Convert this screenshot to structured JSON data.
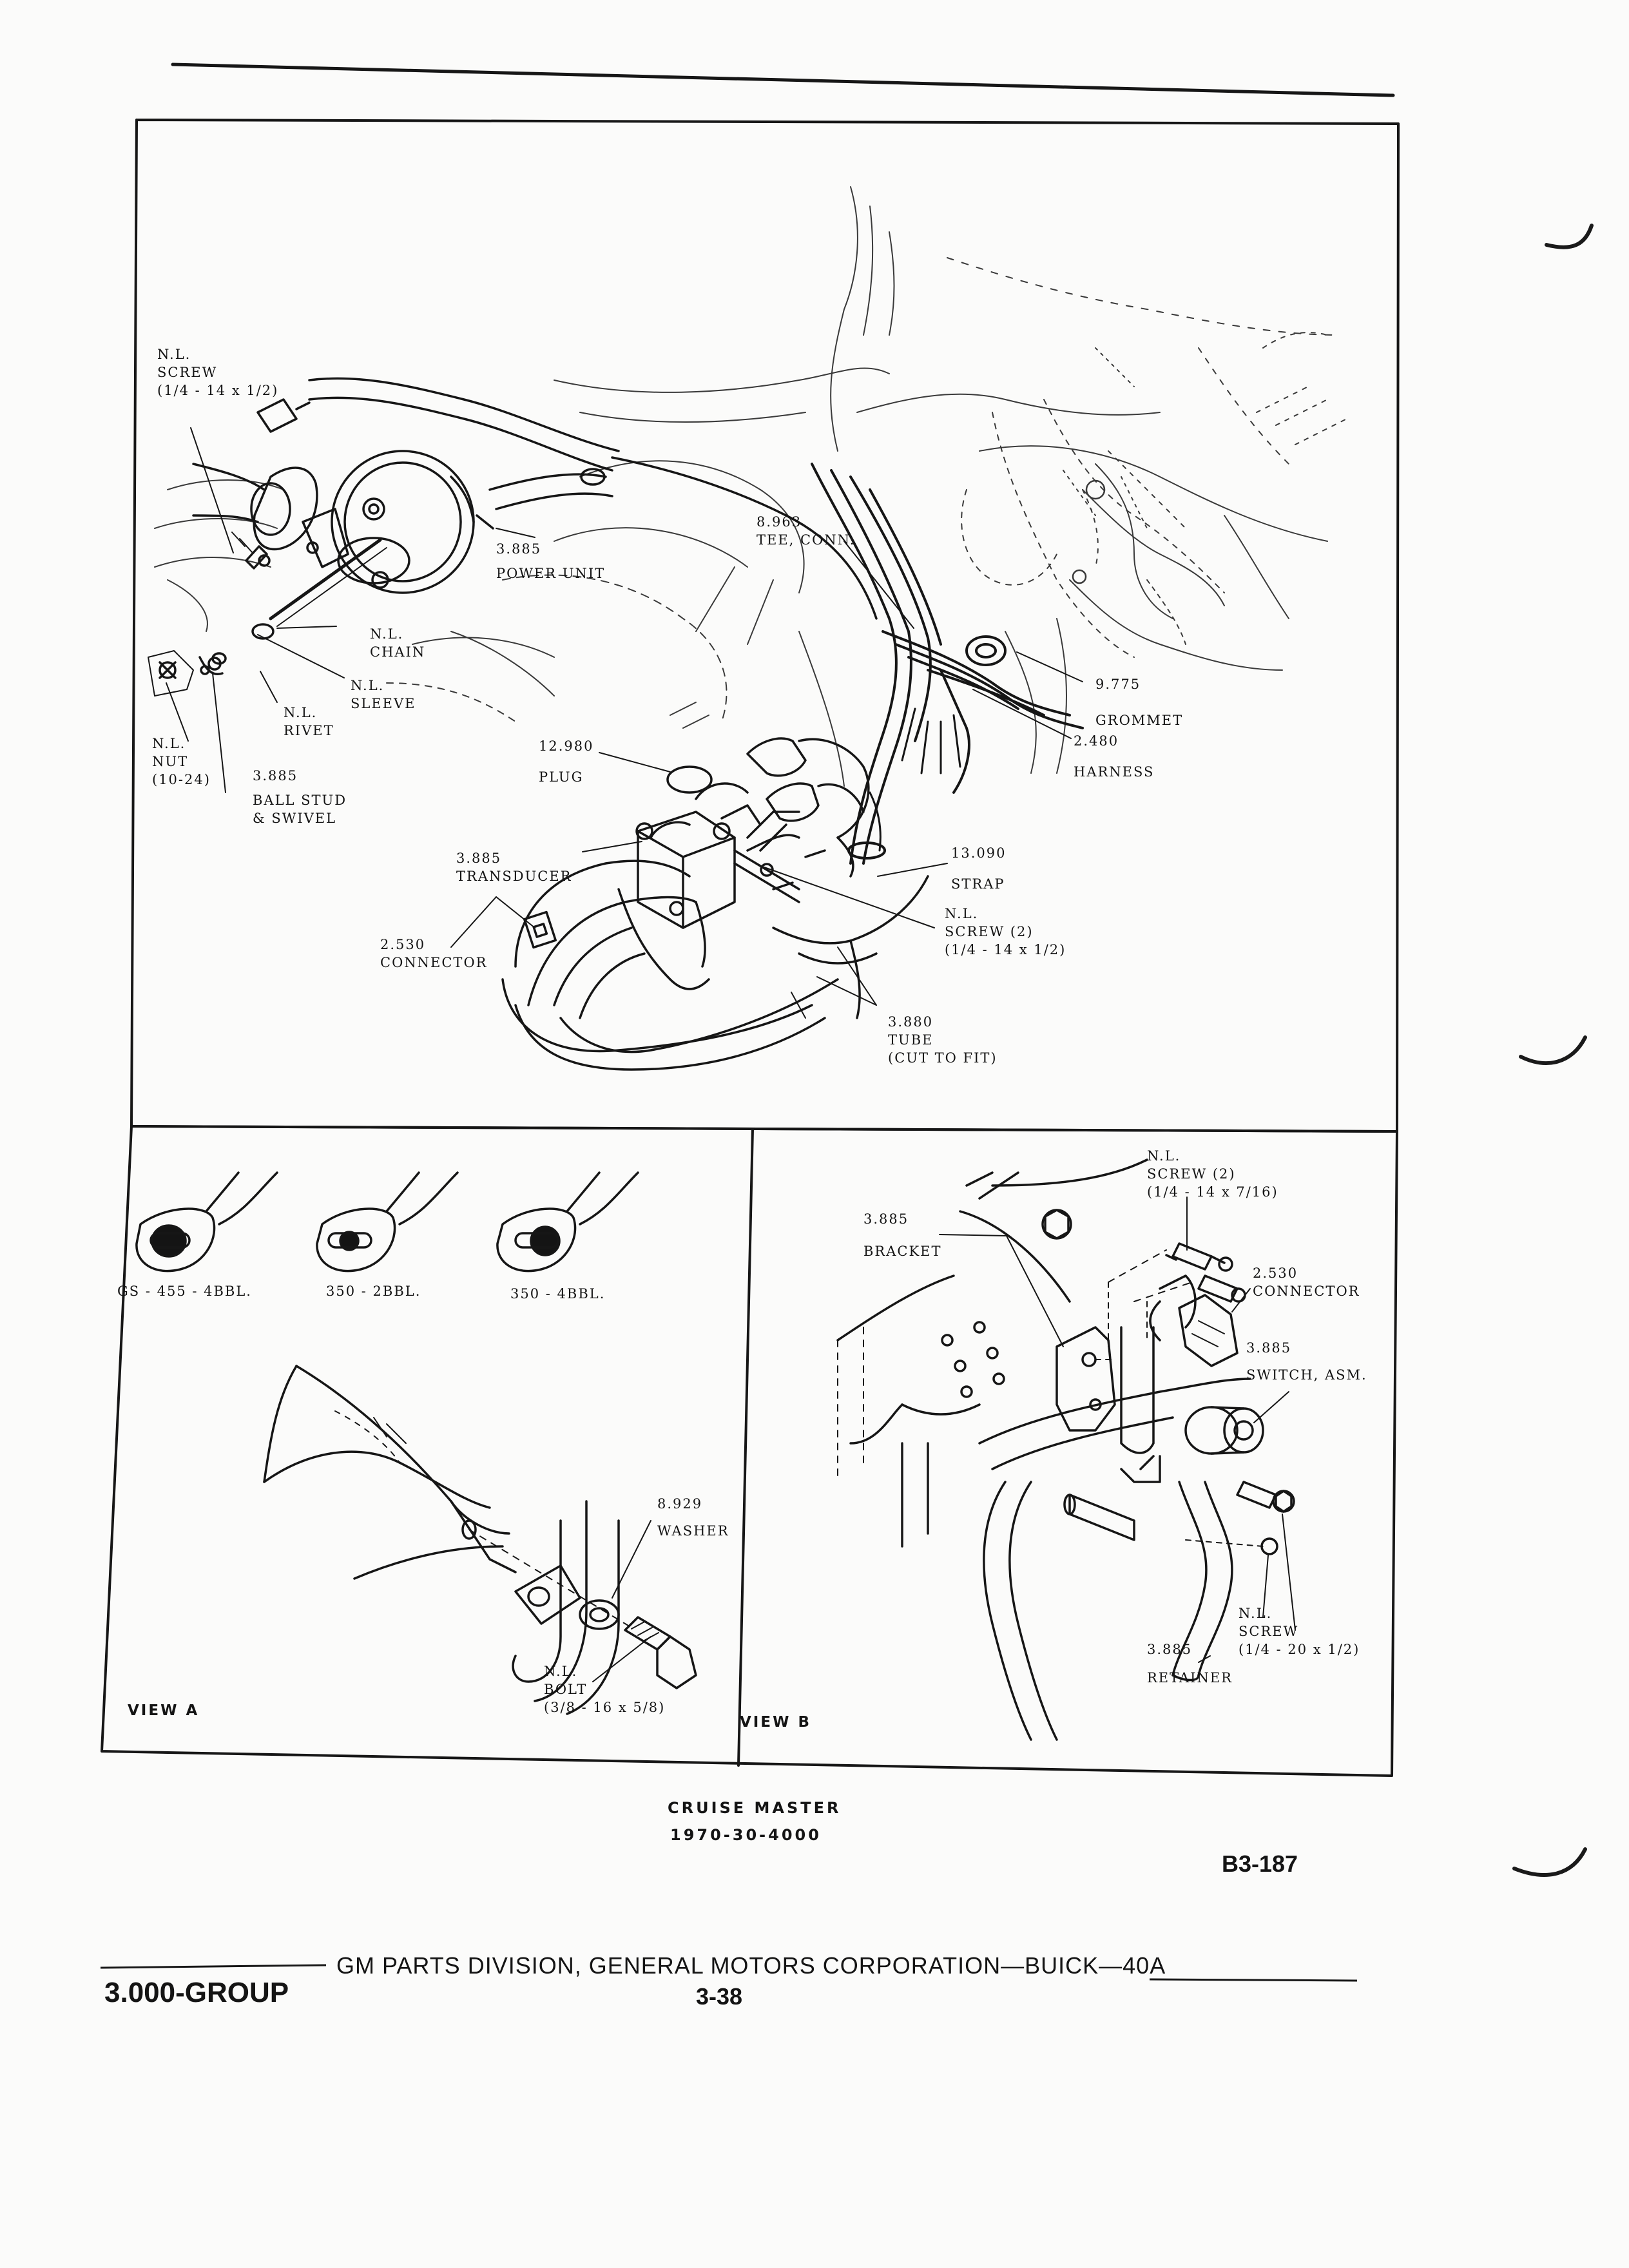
{
  "main_view": {
    "labels": {
      "nl_screw_top": [
        "N.L.",
        "SCREW",
        "(1/4 - 14 x 1/2)"
      ],
      "power_unit": [
        "3.885",
        "POWER UNIT"
      ],
      "tee_conn": [
        "8.963",
        "TEE, CONN."
      ],
      "nl_chain": [
        "N.L.",
        "CHAIN"
      ],
      "nl_sleeve": [
        "N.L.",
        "SLEEVE"
      ],
      "nl_rivet": [
        "N.L.",
        "RIVET"
      ],
      "nl_nut": [
        "N.L.",
        "NUT",
        "(10-24)"
      ],
      "ball_stud": [
        "3.885",
        "",
        "BALL STUD",
        "& SWIVEL"
      ],
      "grommet": [
        "9.775",
        "",
        "GROMMET"
      ],
      "harness": [
        "2.480",
        "",
        "HARNESS"
      ],
      "plug": [
        "12.980",
        "",
        "PLUG"
      ],
      "transducer": [
        "3.885",
        "TRANSDUCER"
      ],
      "strap": [
        "13.090",
        "",
        "STRAP"
      ],
      "nl_screw_strap": [
        "N.L.",
        "SCREW (2)",
        "(1/4 - 14 x 1/2)"
      ],
      "connector_main": [
        "2.530",
        "CONNECTOR"
      ],
      "tube": [
        "3.880",
        "TUBE",
        "(CUT TO FIT)"
      ]
    }
  },
  "view_a": {
    "title": "VIEW A",
    "slots": [
      "GS - 455 - 4BBL.",
      "350 - 2BBL.",
      "350 - 4BBL."
    ],
    "labels": {
      "washer": [
        "8.929",
        "",
        "WASHER"
      ],
      "bolt": [
        "N.L.",
        "BOLT",
        "(3/8 - 16 x 5/8)"
      ]
    }
  },
  "view_b": {
    "title": "VIEW B",
    "labels": {
      "bracket": [
        "3.885",
        "",
        "BRACKET"
      ],
      "nl_screw": [
        "N.L.",
        "SCREW (2)",
        "(1/4 - 14 x 7/16)"
      ],
      "connector": [
        "2.530",
        "CONNECTOR"
      ],
      "switch": [
        "3.885",
        "",
        "SWITCH, ASM."
      ],
      "nl_screw_retainer": [
        "N.L.",
        "SCREW",
        "(1/4 - 20 x 1/2)"
      ],
      "retainer": [
        "3.885",
        "",
        "RETAINER"
      ]
    }
  },
  "caption": {
    "title": "CRUISE MASTER",
    "code": "1970-30-4000",
    "figure": "B3-187"
  },
  "footer": {
    "group": "3.000-GROUP",
    "publisher": "GM PARTS DIVISION, GENERAL MOTORS CORPORATION—BUICK—40A",
    "page": "3-38"
  }
}
